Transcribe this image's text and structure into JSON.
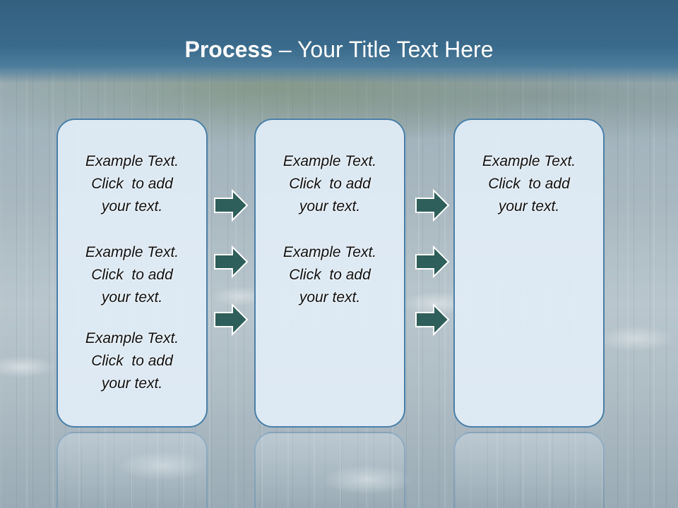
{
  "slide": {
    "title_bold": "Process",
    "title_rest": " – Your Title Text Here"
  },
  "columns": [
    {
      "blocks": [
        "Example Text.\nClick  to add\nyour text.",
        "Example Text.\nClick  to add\nyour text.",
        "Example Text.\nClick  to add\nyour text."
      ]
    },
    {
      "blocks": [
        "Example Text.\nClick  to add\nyour text.",
        "Example Text.\nClick  to add\nyour text."
      ]
    },
    {
      "blocks": [
        "Example Text.\nClick  to add\nyour text."
      ]
    }
  ],
  "colors": {
    "title_bar": "#3a6a8b",
    "panel_fill": "#e0ecf5",
    "panel_border": "#4a7fa8",
    "arrow_fill": "#2f5f5a",
    "arrow_stroke": "#ffffff"
  },
  "icons": [
    "right-arrow-icon"
  ]
}
